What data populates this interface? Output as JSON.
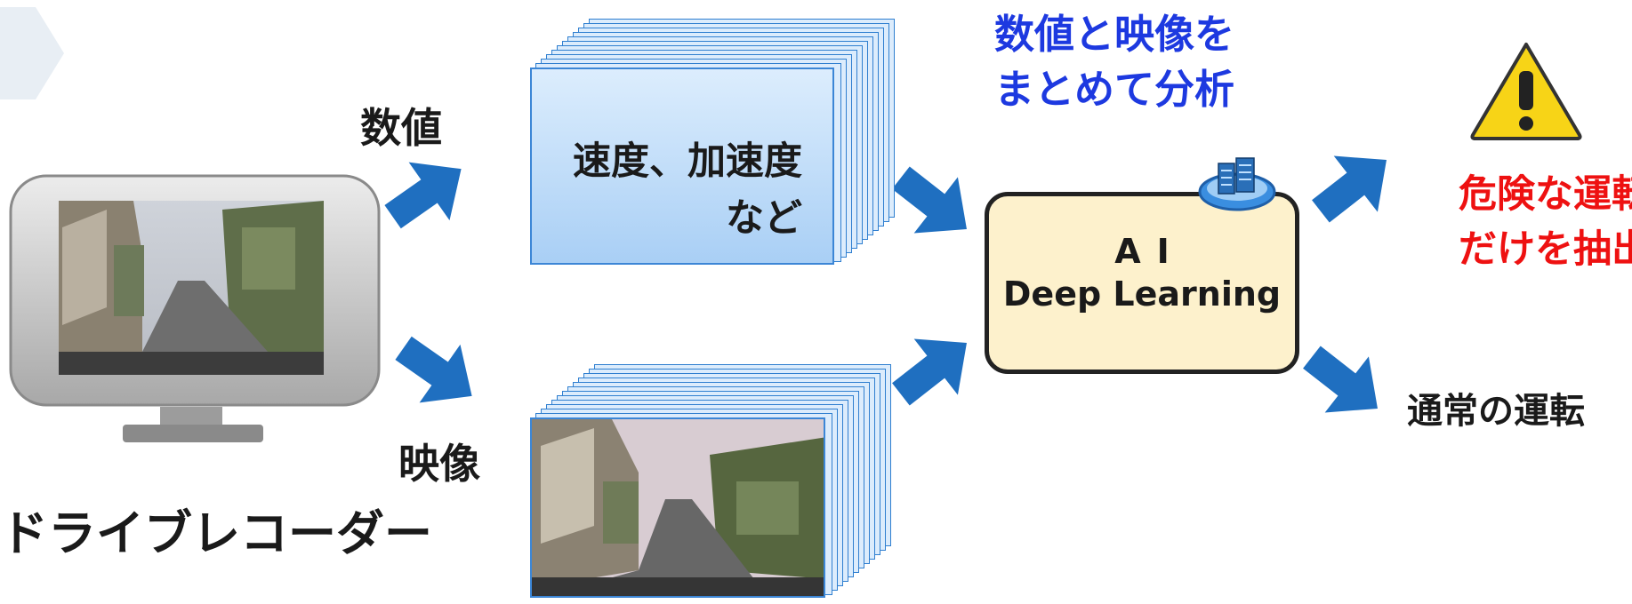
{
  "labels": {
    "numeric": "数値",
    "video": "映像",
    "drive_recorder": "ドライブレコーダー",
    "numeric_box_line1": "速度、加速度",
    "numeric_box_line2": "など",
    "analyze_line1": "数値と映像を",
    "analyze_line2": "まとめて分析",
    "ai_title": "AI",
    "ai_subtitle": "Deep Learning",
    "danger_line1": "危険な運転",
    "danger_line2": "だけを抽出",
    "normal": "通常の運転"
  },
  "icons": [
    "monitor-icon",
    "arrow-icon",
    "server-icon",
    "warning-icon"
  ],
  "colors": {
    "arrow": "#1f6fc0",
    "analyze_text": "#1d39e0",
    "danger_text": "#ee1111",
    "ai_box_fill": "#fdf1cc",
    "stack_fill": "#a9cff5",
    "warning_fill": "#f7d417"
  }
}
